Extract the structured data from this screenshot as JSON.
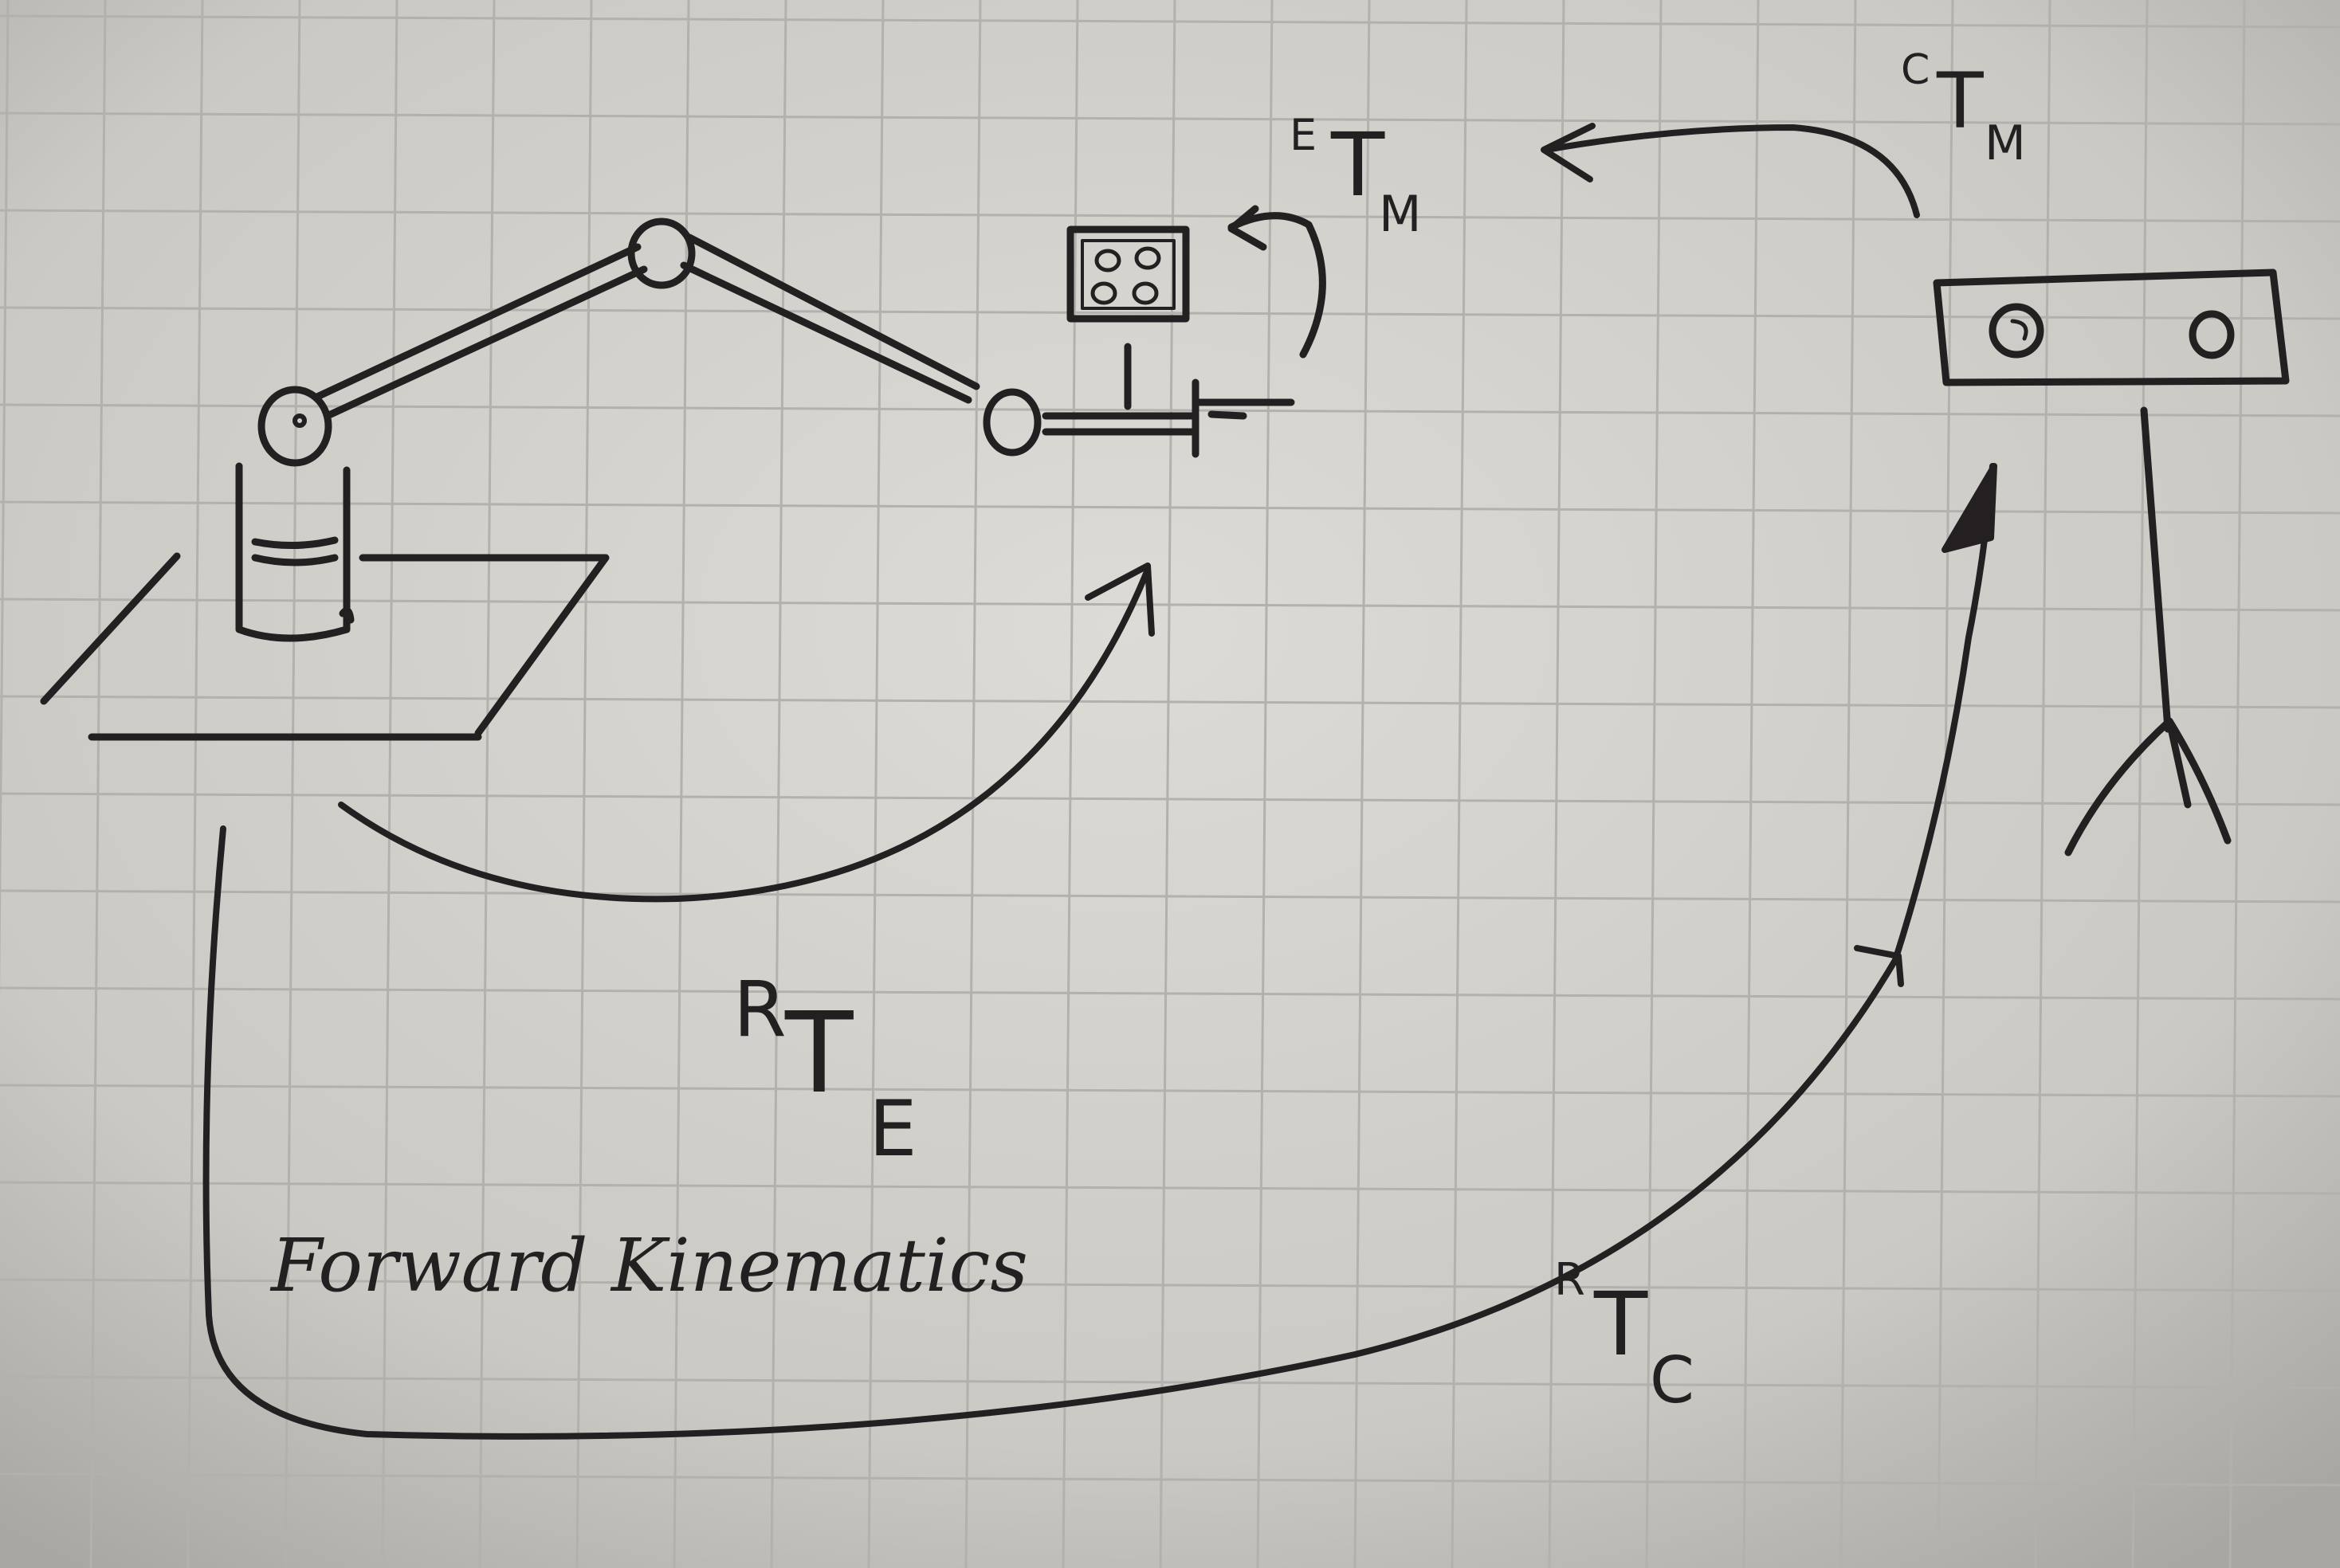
{
  "labels": {
    "r_t_e": {
      "base": "R",
      "main": "T",
      "sub": "E"
    },
    "e_t_m": {
      "base": "E",
      "main": "T",
      "sub": "M"
    },
    "c_t_m": {
      "base": "C",
      "main": "T",
      "sub": "M"
    },
    "r_t_c": {
      "base": "R",
      "main": "T",
      "sub": "C"
    },
    "forward_kinematics": "Forward Kinematics"
  },
  "colors": {
    "paper": "#cfcdc8",
    "grid": "#b3b1ad",
    "ink": "#242022"
  }
}
